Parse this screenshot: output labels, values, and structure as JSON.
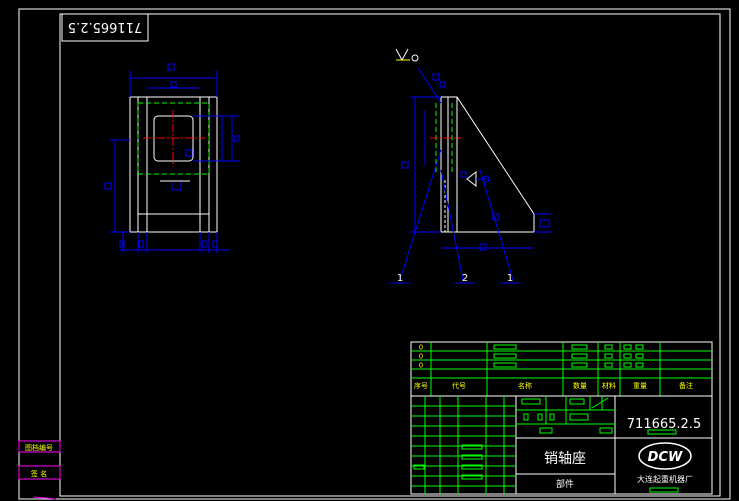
{
  "drawing": {
    "rotated_code": "711665.2.5",
    "views": {
      "front": {
        "name": "front-view"
      },
      "side": {
        "name": "side-view"
      }
    },
    "balloons": [
      "1",
      "2",
      "1"
    ],
    "title_block": {
      "drawing_number": "711665.2.5",
      "part_name": "销轴座",
      "part_type": "部件",
      "company_logo_text": "DCW",
      "company_name": "大连起重机器厂"
    },
    "parts_list": {
      "header": [
        "序号",
        "代号",
        "名称",
        "数量",
        "材料",
        "重量",
        "备注"
      ],
      "rows": [
        {
          "no": "0"
        },
        {
          "no": "0"
        },
        {
          "no": "0"
        }
      ]
    },
    "side_labels": [
      "图档编号",
      "签 名"
    ]
  },
  "colors": {
    "background": "#000000",
    "border": "#ffffff",
    "geometry": "#ffffff",
    "dimensions": "#0000ff",
    "hidden": "#00ff00",
    "centerline": "#ff0000",
    "table": "#00ff00",
    "text": "#ffff00"
  }
}
